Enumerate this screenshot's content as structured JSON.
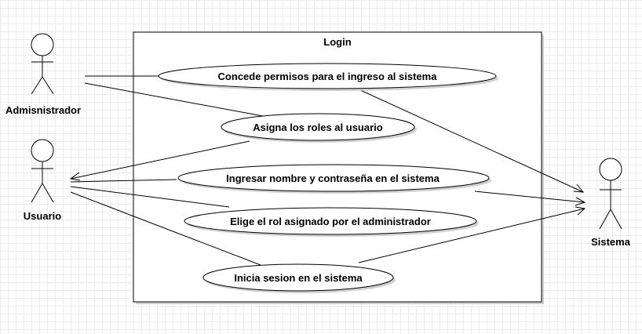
{
  "diagram": {
    "system_boundary": {
      "title": "Login"
    },
    "actors": {
      "admin": {
        "name": "Admisnistrador"
      },
      "user": {
        "name": "Usuario"
      },
      "system": {
        "name": "Sistema"
      }
    },
    "use_cases": {
      "uc1": "Concede permisos para el ingreso al sistema",
      "uc2": "Asigna los roles al usuario",
      "uc3": "Ingresar nombre y contraseña en el sistema",
      "uc4": "Elige el rol asignado por el administrador",
      "uc5": "Inicia sesion en el sistema"
    },
    "colors": {
      "line": "#000000",
      "shadow": "#d0d0d0",
      "fill": "#ffffff"
    }
  }
}
